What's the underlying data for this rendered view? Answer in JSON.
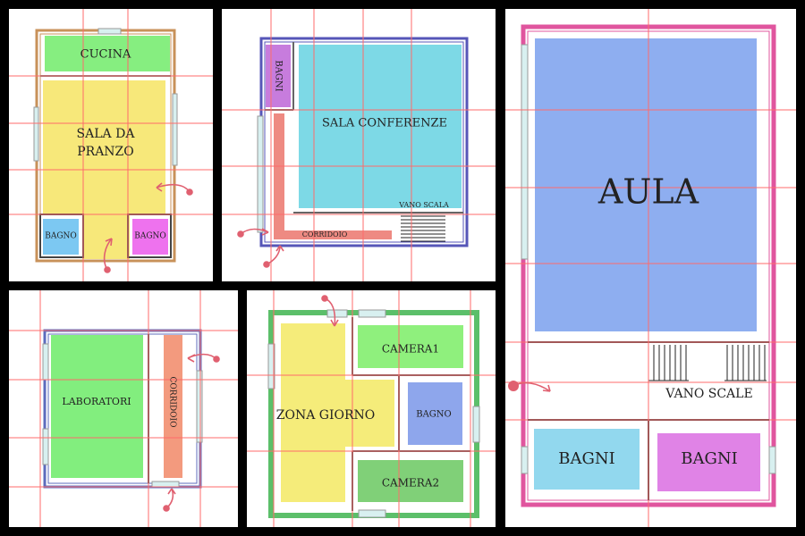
{
  "panels": {
    "p1": {
      "cucina": "CUCINA",
      "sala_line1": "SALA DA",
      "sala_line2": "PRANZO",
      "bagno_left": "BAGNO",
      "bagno_right": "BAGNO"
    },
    "p2": {
      "bagni": "BAGNI",
      "sala_conferenze": "SALA CONFERENZE",
      "vano_scala": "VANO SCALA",
      "corridoio": "CORRIDOIO"
    },
    "p3": {
      "aula": "AULA",
      "vano_scale": "VANO SCALE",
      "bagni_left": "BAGNI",
      "bagni_right": "BAGNI"
    },
    "p4": {
      "laboratori": "LABORATORI",
      "corridoio": "CORRIDOIO"
    },
    "p5": {
      "camera1": "CAMERA1",
      "zona_giorno": "ZONA GIORNO",
      "bagno": "BAGNO",
      "camera2": "CAMERA2"
    }
  },
  "colors": {
    "background": "#000000",
    "grid_line": "#ff6b6b",
    "arrow": "#e06070",
    "cucina": "#86ee80",
    "sala": "#f7e87a",
    "bagno_blue": "#7cc8f2",
    "bagno_magenta": "#ee72ee",
    "bagni_purple": "#c77cdd",
    "sala_conferenze": "#7dd9e6",
    "corridoio_red": "#ee8a82",
    "aula": "#8eaef0",
    "bagni_lightblue": "#92d8ee",
    "laboratori": "#82ee7e",
    "corridoio_orange": "#f39a7e",
    "zona_giorno": "#f5ec7a",
    "camera1": "#8ff07d",
    "camera2": "#80d078",
    "bagno_periwinkle": "#8ea6ec"
  }
}
